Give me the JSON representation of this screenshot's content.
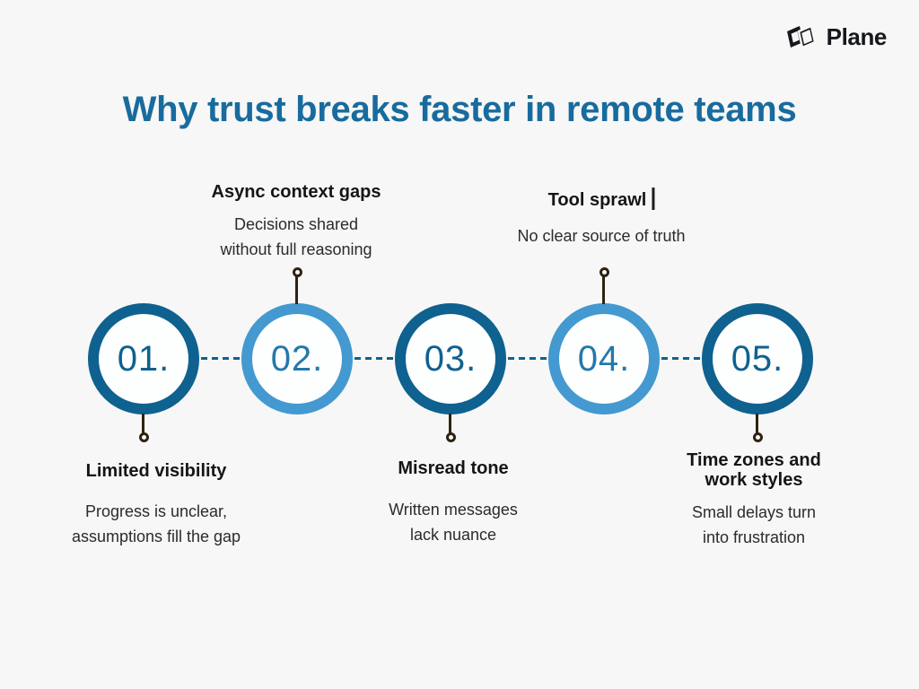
{
  "logo": {
    "text": "Plane",
    "icon": "plane-logo-icon",
    "color": "#16181d"
  },
  "title": {
    "text": "Why trust breaks faster in remote teams",
    "color": "#186b9e"
  },
  "theme": {
    "background": "#f6f7f6",
    "dark_circle_color": "#0f618f",
    "light_circle_color": "#4399d0",
    "dark_number_color": "#0f618f",
    "light_number_color": "#2478ab",
    "connector_color": "#0f618f",
    "connector_style": "dashed",
    "stem_color": "#2f2310",
    "heading_color": "#151515",
    "description_color": "#2b2b2b"
  },
  "steps": [
    {
      "number": "01.",
      "tone": "dark",
      "label_position": "below",
      "heading": "Limited visibility",
      "description_line1": "Progress is unclear,",
      "description_line2": "assumptions fill the gap"
    },
    {
      "number": "02.",
      "tone": "light",
      "label_position": "above",
      "heading": "Async context gaps",
      "description_line1": "Decisions shared",
      "description_line2": "without full reasoning"
    },
    {
      "number": "03.",
      "tone": "dark",
      "label_position": "below",
      "heading": "Misread tone",
      "description_line1": "Written messages",
      "description_line2": "lack nuance"
    },
    {
      "number": "04.",
      "tone": "light",
      "label_position": "above",
      "heading": "Tool sprawl",
      "has_text_cursor": true,
      "description_line1": "No clear source of truth",
      "description_line2": ""
    },
    {
      "number": "05.",
      "tone": "dark",
      "label_position": "below",
      "heading_line1": "Time zones and",
      "heading_line2": "work styles",
      "description_line1": "Small delays turn",
      "description_line2": "into frustration"
    }
  ]
}
